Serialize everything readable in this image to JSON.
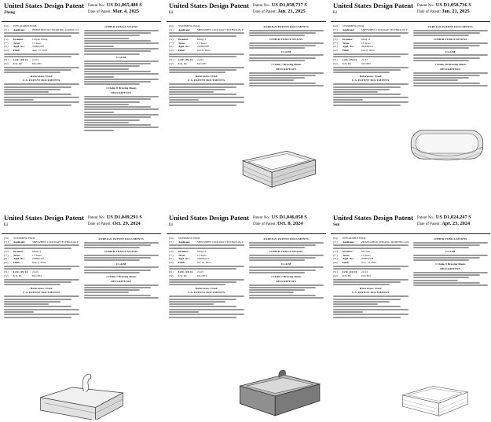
{
  "documents": [
    {
      "title": "United States Design Patent",
      "inventor_name": "Zhang",
      "patent_no_label": "Patent No.:",
      "patent_no": "US D1,065,480 S",
      "date_label": "Date of Patent:",
      "date": "Mar. 4, 2025",
      "fields": [
        {
          "code": "(54)",
          "label": "",
          "value": "INFLATABLE POOL"
        },
        {
          "code": "(71)",
          "label": "Applicant:",
          "value": "HEBEI BEIYOU SPORTING GOODS CO., LTD."
        },
        {
          "code": "(72)",
          "label": "Inventor:",
          "value": "Cuiyun Zhang"
        },
        {
          "code": "(**)",
          "label": "Term:",
          "value": "15 Years"
        },
        {
          "code": "(21)",
          "label": "Appl. No.:",
          "value": "29/895,867"
        },
        {
          "code": "(22)",
          "label": "Filed:",
          "value": "Aug. 11, 2023"
        },
        {
          "code": "(51)",
          "label": "LOC (14) Cl.",
          "value": "21-03"
        },
        {
          "code": "(52)",
          "label": "U.S. Cl.",
          "value": "D21/833"
        }
      ],
      "sections": [
        "References Cited",
        "U.S. PATENT DOCUMENTS",
        "OTHER PUBLICATIONS",
        "CLAIM",
        "DESCRIPTION"
      ],
      "claim": "1 Claim, 8 Drawing Sheets"
    },
    {
      "title": "United States Design Patent",
      "inventor_name": "Li",
      "patent_no_label": "Patent No.:",
      "patent_no": "US D1,058,737 S",
      "date_label": "Date of Patent:",
      "date": "Jan. 21, 2025",
      "fields": [
        {
          "code": "(54)",
          "label": "",
          "value": "SWIMMING POOL"
        },
        {
          "code": "(71)",
          "label": "Applicant:",
          "value": "SHENZHEN COOLWAY TECHNOLOGY CO., LTD."
        },
        {
          "code": "(72)",
          "label": "Inventor:",
          "value": "Ming Li"
        },
        {
          "code": "(**)",
          "label": "Term:",
          "value": "15 Years"
        },
        {
          "code": "(21)",
          "label": "Appl. No.:",
          "value": "29/864,695"
        },
        {
          "code": "(22)",
          "label": "Filed:",
          "value": "Jun. 6, 2024"
        },
        {
          "code": "(51)",
          "label": "LOC (15) Cl.",
          "value": "21-03"
        },
        {
          "code": "(52)",
          "label": "U.S. Cl.",
          "value": "D21/833"
        }
      ],
      "sections": [
        "References Cited",
        "U.S. PATENT DOCUMENTS",
        "FOREIGN PATENT DOCUMENTS",
        "OTHER PUBLICATIONS",
        "CLAIM",
        "DESCRIPTION"
      ],
      "claim": "1 Claim, 7 Drawing Sheets"
    },
    {
      "title": "United States Design Patent",
      "inventor_name": "Li",
      "patent_no_label": "Patent No.:",
      "patent_no": "US D1,058,736 S",
      "date_label": "Date of Patent:",
      "date": "Jan. 21, 2025",
      "fields": [
        {
          "code": "(54)",
          "label": "",
          "value": "SWIMMING POOL"
        },
        {
          "code": "(71)",
          "label": "Applicant:",
          "value": "SHENZHEN COOLWAY TECHNOLOGY CO., LTD."
        },
        {
          "code": "(72)",
          "label": "Inventor:",
          "value": "Ming Li"
        },
        {
          "code": "(**)",
          "label": "Term:",
          "value": "15 Years"
        },
        {
          "code": "(21)",
          "label": "Appl. No.:",
          "value": "29/946,927"
        },
        {
          "code": "(22)",
          "label": "Filed:",
          "value": "Jun. 6, 2024"
        },
        {
          "code": "(51)",
          "label": "LOC (15) Cl.",
          "value": "21-03"
        },
        {
          "code": "(52)",
          "label": "U.S. Cl.",
          "value": "D21/833"
        }
      ],
      "sections": [
        "References Cited",
        "U.S. PATENT DOCUMENTS",
        "FOREIGN PATENT DOCUMENTS",
        "OTHER PUBLICATIONS",
        "CLAIM",
        "DESCRIPTION"
      ],
      "claim": "1 Claim, 28 Drawing Sheets"
    },
    {
      "title": "United States Design Patent",
      "inventor_name": "Li",
      "patent_no_label": "Patent No.:",
      "patent_no": "US D1,049,291 S",
      "date_label": "Date of Patent:",
      "date": "Oct. 29, 2024",
      "fields": [
        {
          "code": "(54)",
          "label": "",
          "value": "SWIMMING POOL"
        },
        {
          "code": "(71)",
          "label": "Applicant:",
          "value": "SHENZHEN COOLWAY TECHNOLOGY CO., LTD."
        },
        {
          "code": "(72)",
          "label": "Inventor:",
          "value": "Ming Li"
        },
        {
          "code": "(**)",
          "label": "Term:",
          "value": "15 Years"
        },
        {
          "code": "(21)",
          "label": "Appl. No.:",
          "value": "29/862,457"
        },
        {
          "code": "(22)",
          "label": "Filed:",
          "value": "Mar. 4, 2024"
        },
        {
          "code": "(51)",
          "label": "LOC (15) Cl.",
          "value": "21-03"
        },
        {
          "code": "(52)",
          "label": "U.S. Cl.",
          "value": "D21/833"
        }
      ],
      "sections": [
        "References Cited",
        "U.S. PATENT DOCUMENTS",
        "FOREIGN PATENT DOCUMENTS",
        "OTHER PUBLICATIONS",
        "CLAIM",
        "DESCRIPTION"
      ],
      "claim": "1 Claim, 7 Drawing Sheets"
    },
    {
      "title": "United States Design Patent",
      "inventor_name": "Li",
      "patent_no_label": "Patent No.:",
      "patent_no": "US D1,046,058 S",
      "date_label": "Date of Patent:",
      "date": "Oct. 8, 2024",
      "fields": [
        {
          "code": "(54)",
          "label": "",
          "value": "SWIMMING POOL"
        },
        {
          "code": "(71)",
          "label": "Applicant:",
          "value": "SHENZHEN COOLWAY TECHNOLOGY CO., LTD."
        },
        {
          "code": "(72)",
          "label": "Inventor:",
          "value": "Ming Li"
        },
        {
          "code": "(**)",
          "label": "Term:",
          "value": "15 Years"
        },
        {
          "code": "(21)",
          "label": "Appl. No.:",
          "value": "29/866,021"
        },
        {
          "code": "(22)",
          "label": "Filed:",
          "value": "Jul. 26, 2023"
        },
        {
          "code": "(51)",
          "label": "LOC (14) Cl.",
          "value": "21-03"
        },
        {
          "code": "(52)",
          "label": "U.S. Cl.",
          "value": "D21/833"
        }
      ],
      "sections": [
        "References Cited",
        "U.S. PATENT DOCUMENTS",
        "FOREIGN PATENT DOCUMENTS",
        "OTHER PUBLICATIONS",
        "CLAIM",
        "DESCRIPTION"
      ],
      "claim": "1 Claim, 7 Drawing Sheets"
    },
    {
      "title": "United States Design Patent",
      "inventor_name": "Sun",
      "patent_no_label": "Patent No.:",
      "patent_no": "US D1,024,247 S",
      "date_label": "Date of Patent:",
      "date": "Apr. 23, 2024",
      "fields": [
        {
          "code": "(54)",
          "label": "",
          "value": "INFLATABLE POOL"
        },
        {
          "code": "(71)",
          "label": "Applicant:",
          "value": "ZHANGZHOU ZHUANG SPORTING GOODS CO., LTD."
        },
        {
          "code": "(72)",
          "label": "Inventor:",
          "value": "Jun Sun"
        },
        {
          "code": "(**)",
          "label": "Term:",
          "value": "15 Years"
        },
        {
          "code": "(21)",
          "label": "Appl. No.:",
          "value": "29/863,648"
        },
        {
          "code": "(22)",
          "label": "Filed:",
          "value": "Nov. 14, 2022"
        },
        {
          "code": "(51)",
          "label": "LOC (14) Cl.",
          "value": "21-03"
        },
        {
          "code": "(52)",
          "label": "U.S. Cl.",
          "value": "D21/833"
        }
      ],
      "sections": [
        "References Cited",
        "U.S. PATENT DOCUMENTS",
        "OTHER PUBLICATIONS",
        "CLAIM",
        "DESCRIPTION"
      ],
      "claim": "1 Claim, 8 Drawing Sheets"
    }
  ]
}
